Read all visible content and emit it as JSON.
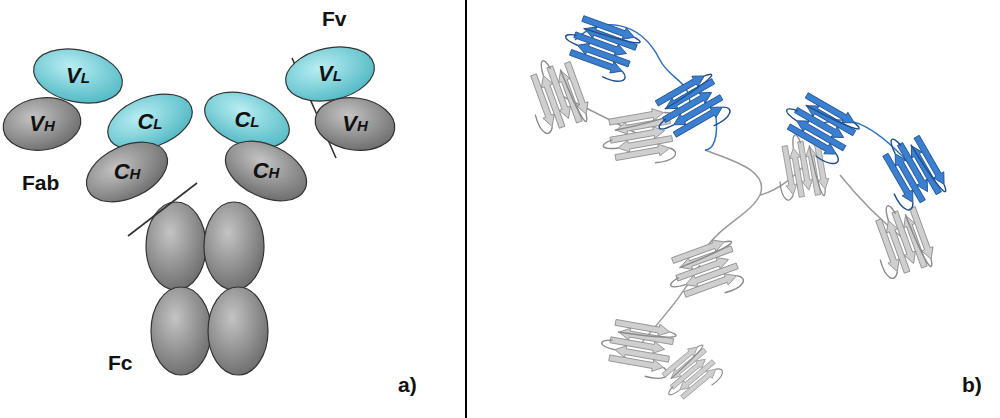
{
  "diagram": {
    "nodes": [
      {
        "text": [
          "VL"
        ]
      },
      {
        "text": [
          "VH"
        ]
      },
      {
        "text": [
          "CL"
        ]
      },
      {
        "text": [
          "CH"
        ]
      },
      {
        "text": [
          "CL"
        ]
      },
      {
        "text": [
          "VL"
        ]
      },
      {
        "text": [
          "VH"
        ]
      },
      {
        "text": [
          "CH"
        ]
      }
    ],
    "labels": [
      "Fab",
      "Fv",
      "Fc",
      "a)",
      "b)"
    ]
  }
}
